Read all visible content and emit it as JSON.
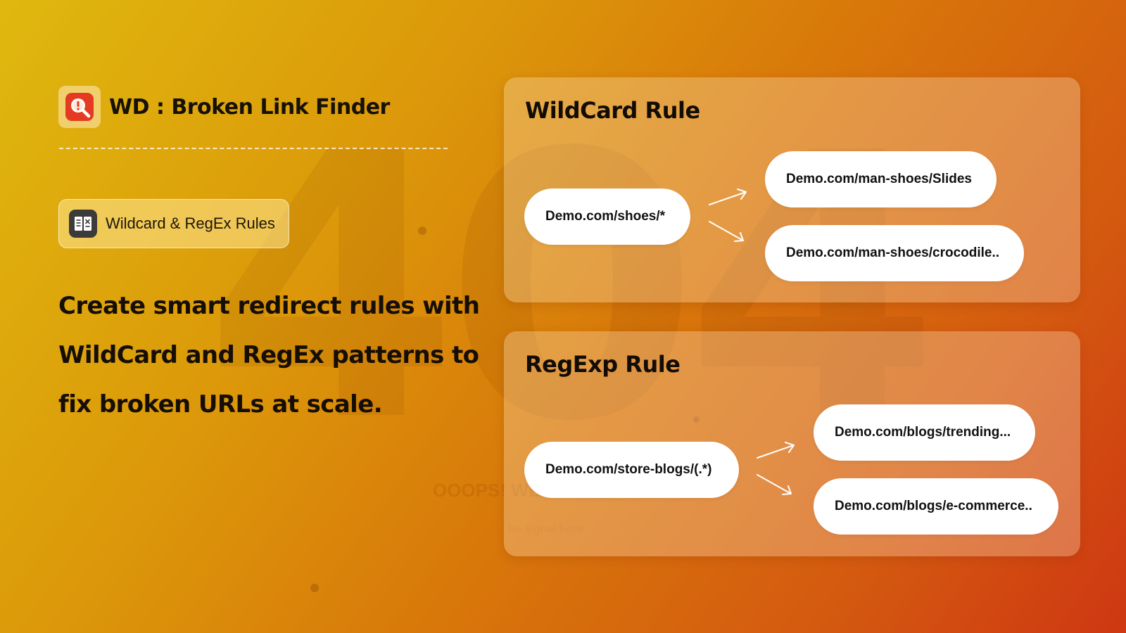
{
  "background": {
    "watermark": "404",
    "oops": "OOOPS! WE",
    "sub": "be signal here"
  },
  "app": {
    "title": "WD : Broken Link Finder",
    "icon": "magnifier-alert-icon"
  },
  "badge": {
    "label": "Wildcard & RegEx Rules",
    "icon": "rules-book-icon"
  },
  "tagline": {
    "line1": "Create smart redirect rules with",
    "line2": "WildCard and RegEx patterns to",
    "line3": "fix broken URLs at scale."
  },
  "wildcard": {
    "title": "WildCard Rule",
    "source": "Demo.com/shoes/*",
    "targets": [
      "Demo.com/man-shoes/Slides",
      "Demo.com/man-shoes/crocodile.."
    ]
  },
  "regex": {
    "title": "RegExp Rule",
    "source": "Demo.com/store-blogs/(.*)",
    "targets": [
      "Demo.com/blogs/trending...",
      "Demo.com/blogs/e-commerce.."
    ]
  },
  "colors": {
    "gradient_start": "#dfb80e",
    "gradient_end": "#ce3712",
    "icon_red": "#e53a22",
    "text_dark": "#160e05",
    "pill_bg": "#ffffff"
  }
}
